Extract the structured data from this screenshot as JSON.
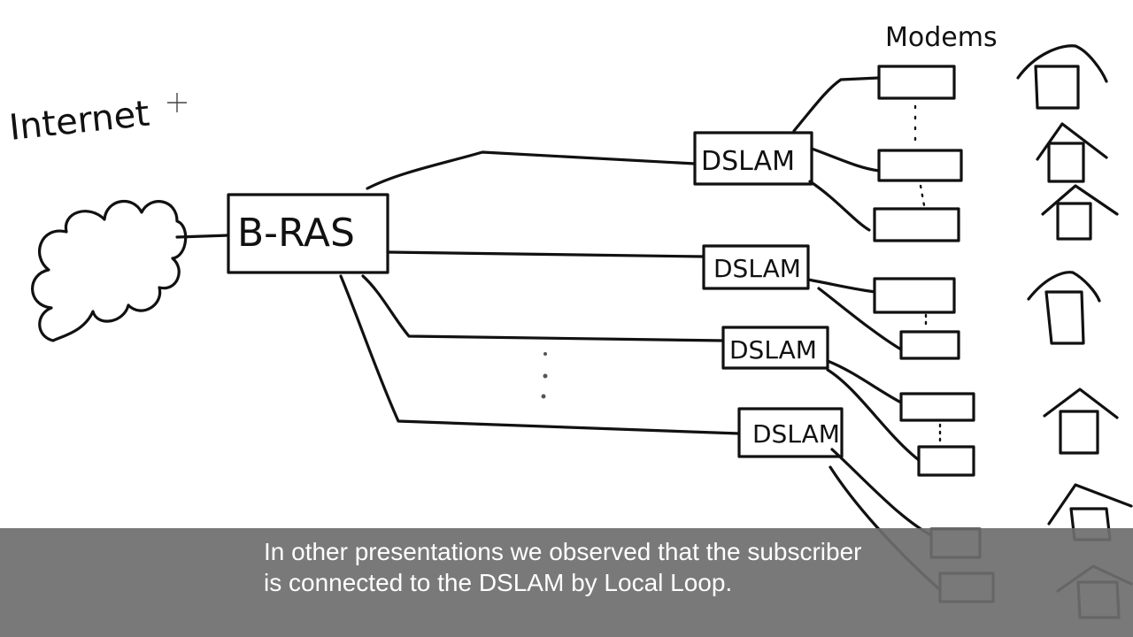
{
  "labels": {
    "internet": "Internet",
    "bras": "B-RAS",
    "modems": "Modems",
    "dslam_1": "DSLAM",
    "dslam_2": "DSLAM",
    "dslam_3": "DSLAM",
    "dslam_4": "DSLAM"
  },
  "caption": {
    "text": "In other presentations we observed that the subscriber is connected to the DSLAM by Local Loop."
  },
  "icons": {
    "cloud": "cloud-icon",
    "house": "house-icon",
    "cursor": "crosshair-cursor-icon"
  }
}
